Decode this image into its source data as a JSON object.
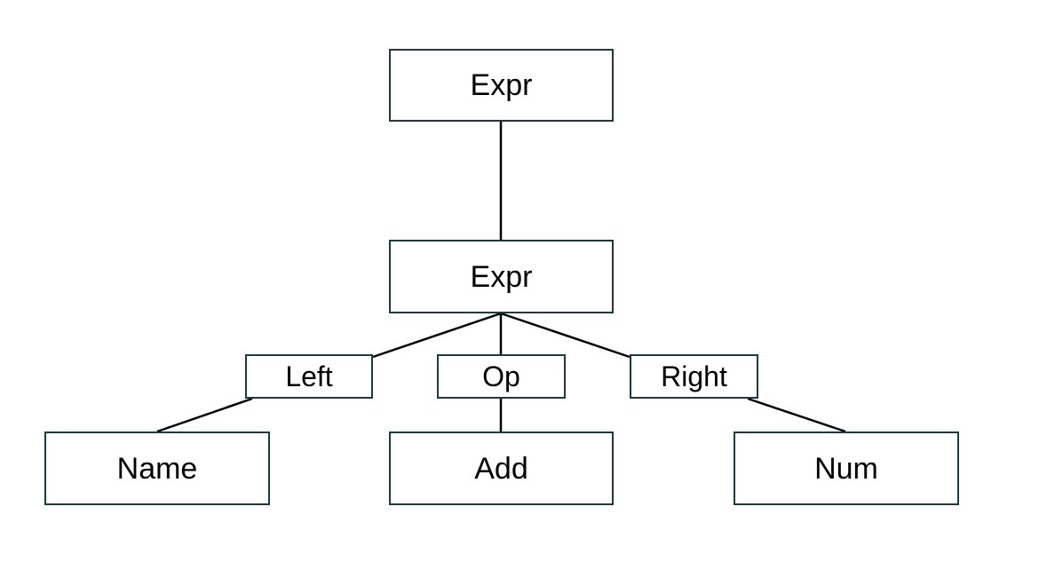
{
  "nodes": {
    "root": "Expr",
    "expr": "Expr",
    "left": "Left",
    "op": "Op",
    "right": "Right",
    "name": "Name",
    "add": "Add",
    "num": "Num"
  },
  "colors": {
    "node_border": "#1c3a40",
    "edge": "#000000",
    "background": "#ffffff"
  }
}
